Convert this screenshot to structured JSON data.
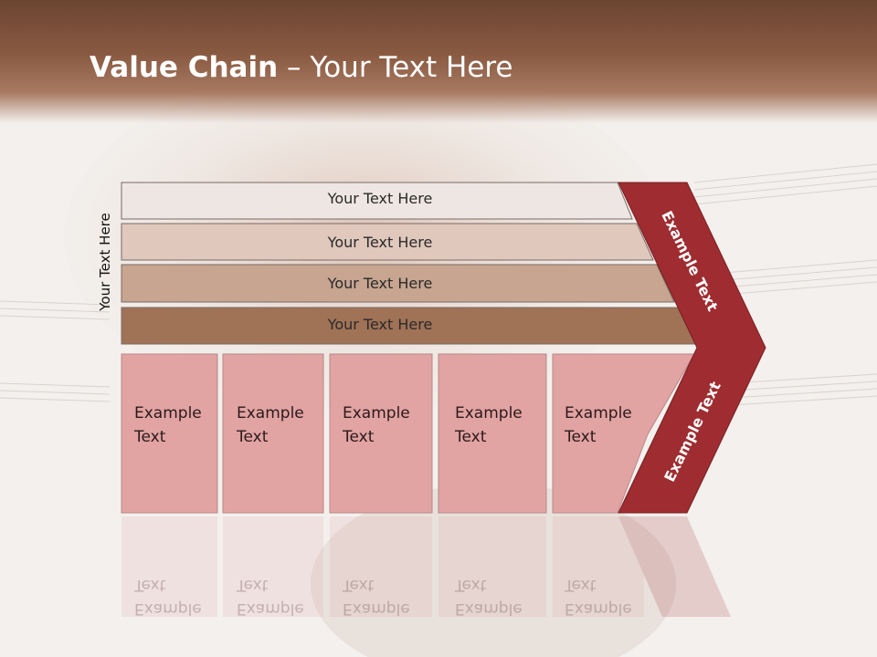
{
  "title": {
    "bold": "Value Chain",
    "rest": " – Your Text Here"
  },
  "side_label": "Your Text Here",
  "rows": [
    {
      "label": "Your Text Here",
      "color": "#eee6e2"
    },
    {
      "label": "Your Text Here",
      "color": "#e0c8bc"
    },
    {
      "label": "Your Text Here",
      "color": "#c7a590"
    },
    {
      "label": "Your Text Here",
      "color": "#a07256"
    }
  ],
  "boxes": [
    {
      "line1": "Example",
      "line2": "Text"
    },
    {
      "line1": "Example",
      "line2": "Text"
    },
    {
      "line1": "Example",
      "line2": "Text"
    },
    {
      "line1": "Example",
      "line2": "Text"
    },
    {
      "line1": "Example",
      "line2": "Text"
    }
  ],
  "chevron": {
    "top_label": "Example Text",
    "bottom_label": "Example Text"
  },
  "colors": {
    "title_bar": "#7a4e3a",
    "box_fill": "#e2a3a3",
    "chevron_fill": "#9e2c30",
    "row_border": "#7a6a66"
  }
}
